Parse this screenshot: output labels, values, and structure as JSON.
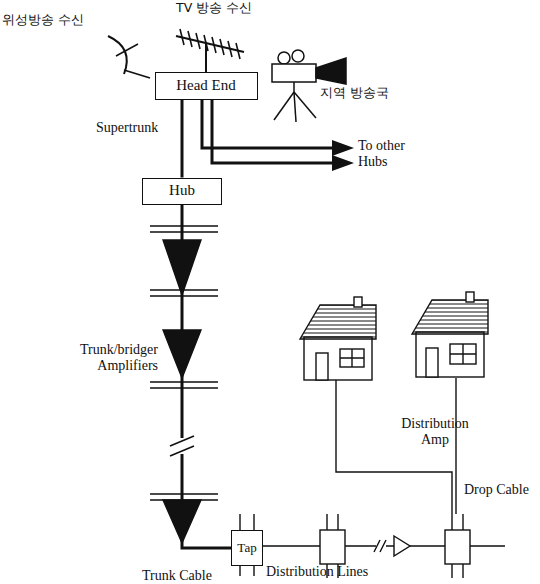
{
  "diagram": {
    "nodes": [
      {
        "text": [
          "Head End"
        ]
      },
      {
        "text": [
          "Hub"
        ]
      },
      {
        "text": [
          "Tap"
        ]
      }
    ],
    "edges": [
      {
        "from": 0,
        "to": 1,
        "arrow": "none",
        "label": "Supertrunk"
      },
      {
        "from": 1,
        "to": 2,
        "arrow": "none"
      }
    ],
    "labels": [
      "TV 방송 수신",
      "위성방송 수신",
      "지역 방송국",
      "To other Hubs",
      "Trunk/bridger Amplifiers",
      "Distribution Amp",
      "Drop Cable",
      "Distribution Lines",
      "Trunk Cable"
    ]
  }
}
